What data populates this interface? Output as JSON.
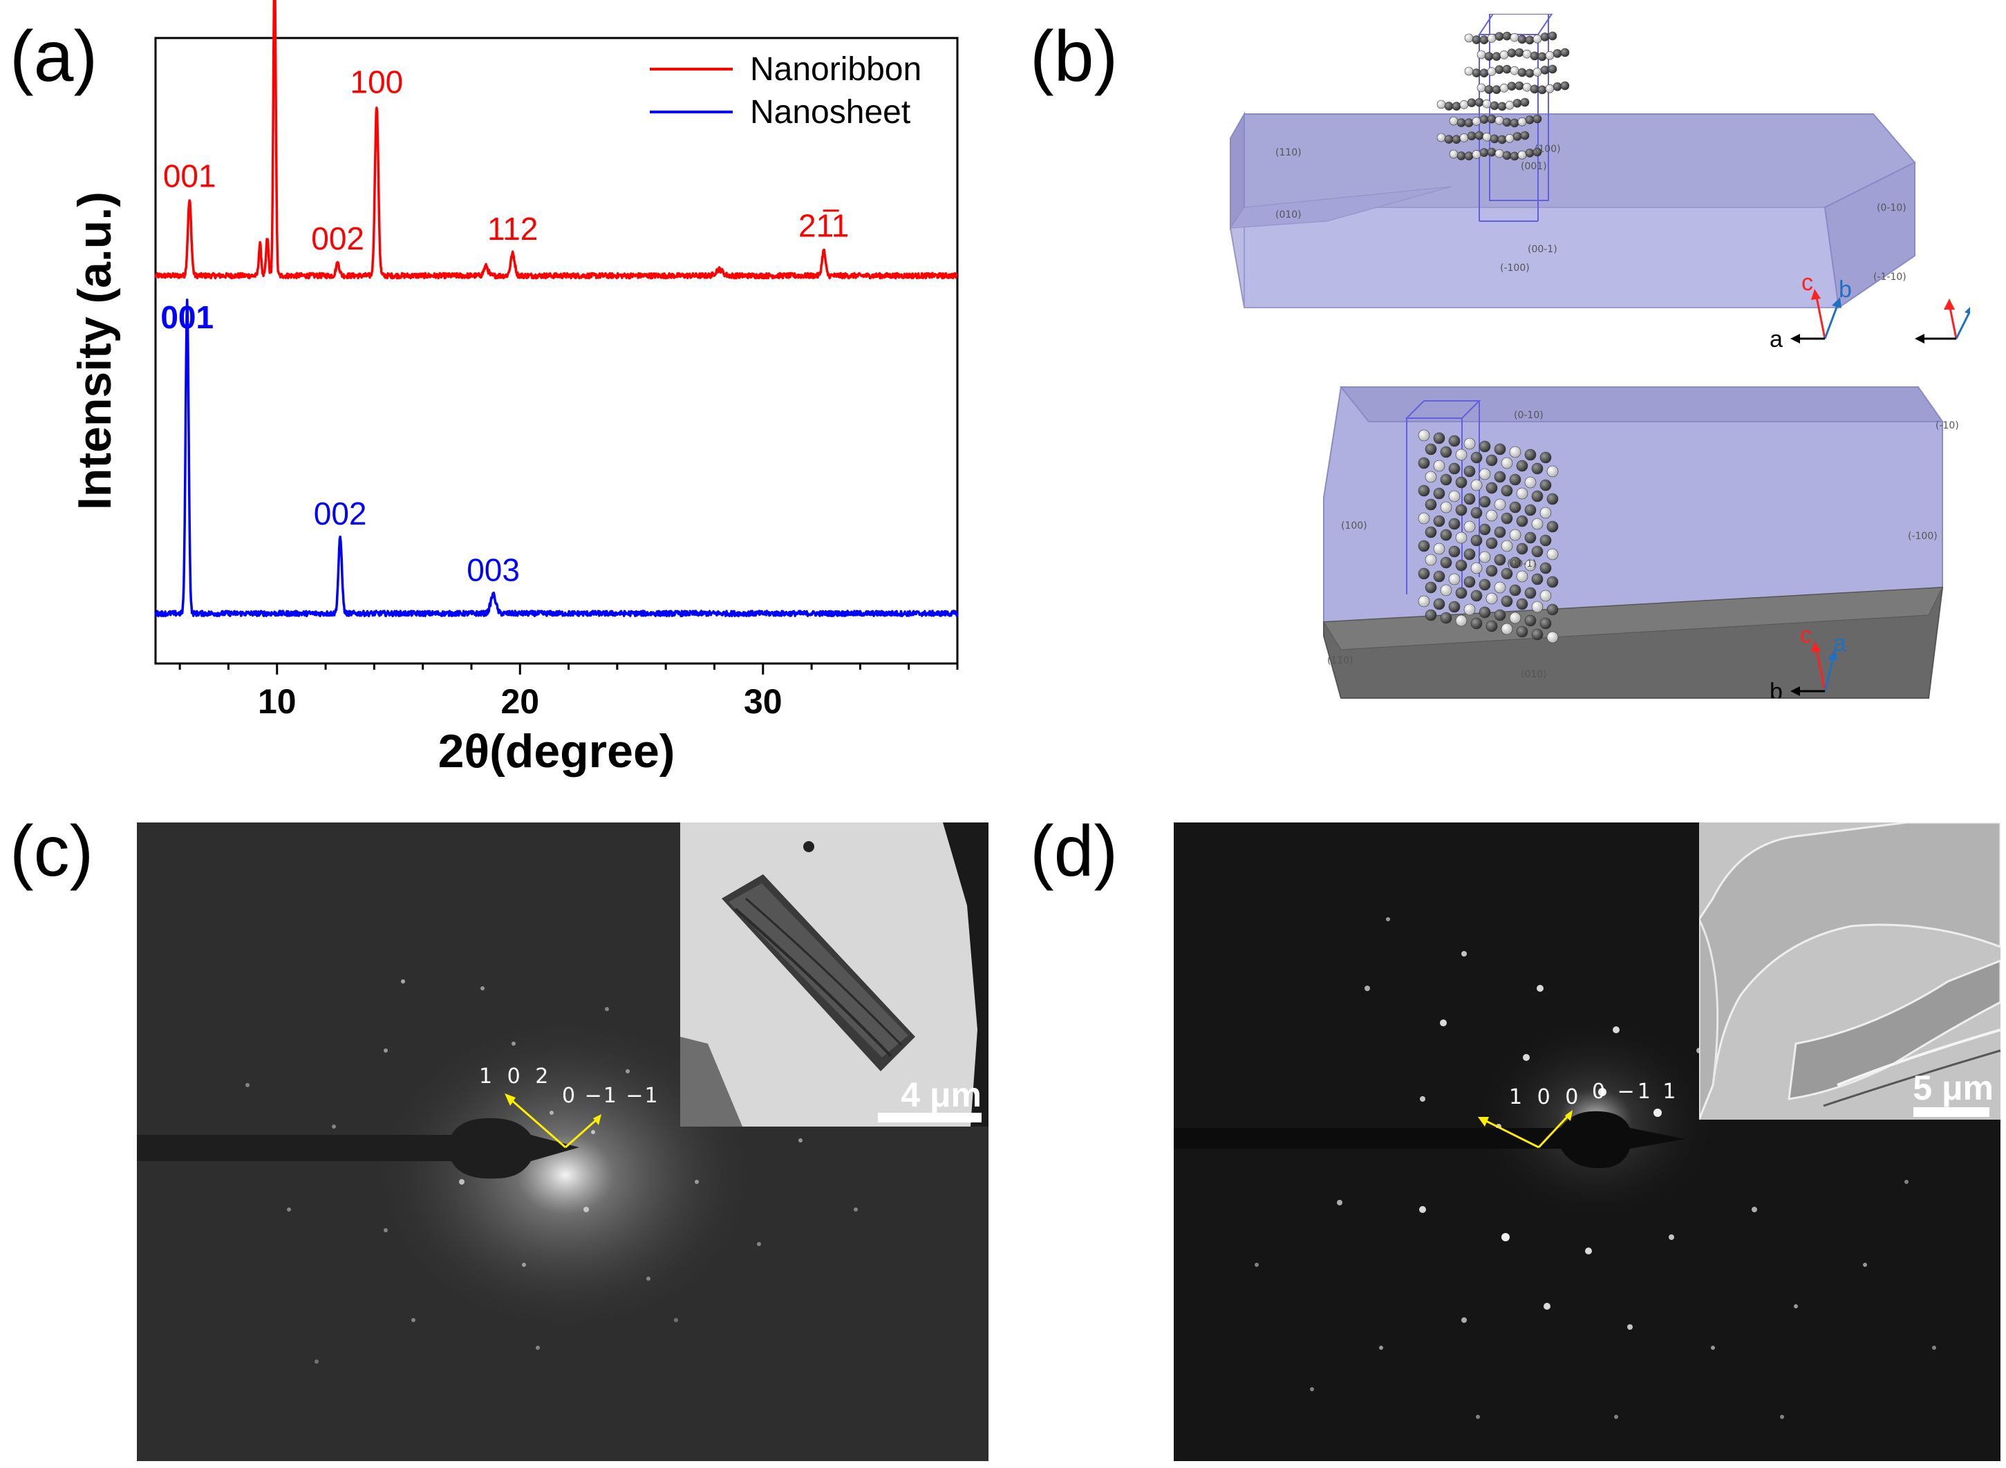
{
  "panels": {
    "a": {
      "label": "(a)"
    },
    "b": {
      "label": "(b)"
    },
    "c": {
      "label": "(c)"
    },
    "d": {
      "label": "(d)"
    }
  },
  "chart_data": {
    "type": "line",
    "xlabel": "2θ(degree)",
    "ylabel": "Intensity (a.u.)",
    "xlim": [
      5,
      38
    ],
    "xticks": [
      10,
      20,
      30
    ],
    "legend_position": "top-right",
    "series": [
      {
        "name": "Nanoribbon",
        "color": "#ff0000",
        "baseline": 0.62,
        "peaks": [
          {
            "x": 6.4,
            "h": 0.12,
            "w": 0.1
          },
          {
            "x": 9.3,
            "h": 0.05,
            "w": 0.07
          },
          {
            "x": 9.6,
            "h": 0.06,
            "w": 0.07
          },
          {
            "x": 9.9,
            "h": 0.5,
            "w": 0.07
          },
          {
            "x": 12.5,
            "h": 0.02,
            "w": 0.1
          },
          {
            "x": 14.1,
            "h": 0.27,
            "w": 0.1
          },
          {
            "x": 18.6,
            "h": 0.015,
            "w": 0.12
          },
          {
            "x": 19.7,
            "h": 0.035,
            "w": 0.12
          },
          {
            "x": 28.2,
            "h": 0.01,
            "w": 0.2
          },
          {
            "x": 32.5,
            "h": 0.04,
            "w": 0.1
          }
        ],
        "annotations": [
          {
            "text": "001",
            "x": 6.4
          },
          {
            "text": "002",
            "x": 12.5
          },
          {
            "text": "100",
            "x": 14.1
          },
          {
            "text": "112",
            "x": 19.7
          },
          {
            "text": "211",
            "x": 32.5,
            "overbar_digit": 1
          }
        ]
      },
      {
        "name": "Nanosheet",
        "color": "#0000ff",
        "baseline": 0.08,
        "peaks": [
          {
            "x": 6.3,
            "h": 0.5,
            "w": 0.09
          },
          {
            "x": 12.6,
            "h": 0.12,
            "w": 0.1
          },
          {
            "x": 18.9,
            "h": 0.03,
            "w": 0.15
          }
        ],
        "annotations": [
          {
            "text": "001",
            "x": 6.3,
            "bold": true
          },
          {
            "text": "002",
            "x": 12.6
          },
          {
            "text": "003",
            "x": 18.9
          }
        ]
      }
    ]
  },
  "panel_b": {
    "top_crystal": {
      "faces": [
        "(110)",
        "(010)",
        "(100)",
        "(00-1)",
        "(-100)",
        "(0-10)",
        "(-1-10)",
        "(001)"
      ],
      "axes": {
        "c": "c",
        "b": "b",
        "a": "a"
      }
    },
    "bottom_crystal": {
      "faces": [
        "(0-10)",
        "(-10)",
        "(100)",
        "(-100)",
        "(00-1)",
        "(110)",
        "(010)"
      ],
      "axes": {
        "c": "c",
        "a": "a",
        "b": "b"
      }
    },
    "colors": {
      "c": "#ff2020",
      "b_top": "#2070c0",
      "a_bottom": "#2070c0",
      "black": "#000000"
    }
  },
  "panel_c": {
    "labels": {
      "v1": "1 0 2",
      "v2": "0 −1 −1"
    },
    "scalebar": "4 μm"
  },
  "panel_d": {
    "labels": {
      "v1": "1 0 0",
      "v2": "0 −1 1"
    },
    "scalebar": "5 μm"
  }
}
